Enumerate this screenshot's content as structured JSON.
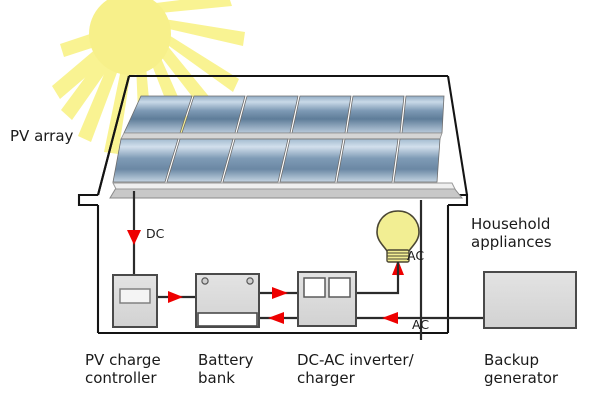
{
  "diagram": {
    "title": "Off-grid photovoltaic power system schematic",
    "colors": {
      "sun": "#f7f08a",
      "sun_core": "#f5ee7e",
      "panel_dark": "#5d7b96",
      "panel_light": "#cfdced",
      "panel_frame": "#d8d8d8",
      "box_fill": "#dcdcdc",
      "box_stroke": "#4a4a4a",
      "wire": "#2b2b2b",
      "arrow": "#ee0000",
      "bulb": "#f2ee93",
      "outline": "#141414",
      "text": "#1a1a1a"
    },
    "labels": {
      "pv_array": "PV array",
      "household_appliances": "Household\nappliances",
      "dc": "DC",
      "ac_upper": "AC",
      "ac_lower": "AC",
      "pv_charge_controller": "PV charge\ncontroller",
      "battery_bank": "Battery\nbank",
      "inverter_charger": "DC-AC inverter/\ncharger",
      "backup_generator": "Backup\ngenerator"
    },
    "components": [
      {
        "id": "pv-array",
        "name": "PV array",
        "label": "PV array",
        "rows": 2,
        "columns": 6
      },
      {
        "id": "pv-charge-controller",
        "name": "PV charge controller",
        "label": "PV charge\ncontroller"
      },
      {
        "id": "battery-bank",
        "name": "Battery bank",
        "label": "Battery\nbank"
      },
      {
        "id": "inverter-charger",
        "name": "DC-AC inverter/charger",
        "label": "DC-AC inverter/\ncharger"
      },
      {
        "id": "backup-generator",
        "name": "Backup generator",
        "label": "Backup\ngenerator"
      },
      {
        "id": "light-bulb",
        "name": "Household appliance light bulb",
        "label": "Household\nappliances"
      }
    ],
    "flows": [
      {
        "from": "pv-array",
        "to": "pv-charge-controller",
        "current": "DC",
        "direction": "down"
      },
      {
        "from": "pv-charge-controller",
        "to": "battery-bank",
        "current": "DC",
        "direction": "right"
      },
      {
        "from": "battery-bank",
        "to": "inverter-charger",
        "current": "DC",
        "direction": "right"
      },
      {
        "from": "inverter-charger",
        "to": "battery-bank",
        "current": "DC",
        "direction": "left"
      },
      {
        "from": "inverter-charger",
        "to": "light-bulb",
        "current": "AC",
        "direction": "up"
      },
      {
        "from": "backup-generator",
        "to": "inverter-charger",
        "current": "AC",
        "direction": "left"
      }
    ]
  }
}
